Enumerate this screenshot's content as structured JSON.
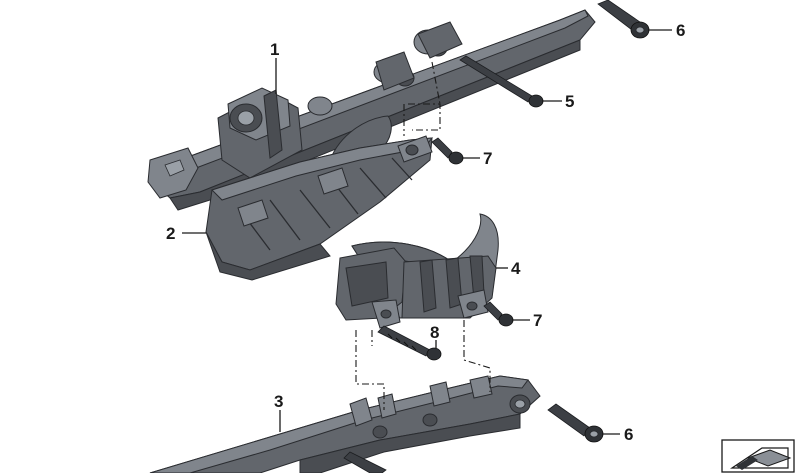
{
  "diagram": {
    "callouts": [
      {
        "id": "1",
        "label": "1"
      },
      {
        "id": "2",
        "label": "2"
      },
      {
        "id": "3",
        "label": "3"
      },
      {
        "id": "4",
        "label": "4"
      },
      {
        "id": "5",
        "label": "5"
      },
      {
        "id": "6a",
        "label": "6"
      },
      {
        "id": "6b",
        "label": "6"
      },
      {
        "id": "7a",
        "label": "7"
      },
      {
        "id": "7b",
        "label": "7"
      },
      {
        "id": "8",
        "label": "8"
      }
    ],
    "parts": [
      {
        "name": "upper-rail-bracket",
        "callout": "1"
      },
      {
        "name": "support-bracket",
        "callout": "2"
      },
      {
        "name": "lower-rail",
        "callout": "3"
      },
      {
        "name": "guide-bracket",
        "callout": "4"
      },
      {
        "name": "long-bolt",
        "callout": "5"
      },
      {
        "name": "rivet-pin",
        "callout": "6"
      },
      {
        "name": "small-screw",
        "callout": "7"
      },
      {
        "name": "threaded-bolt",
        "callout": "8"
      }
    ],
    "corner_icon": "view-direction-icon",
    "colors": {
      "part": "#62666c",
      "part_dark": "#4a4d52",
      "line": "#1a1a1a",
      "background": "#ffffff"
    }
  }
}
